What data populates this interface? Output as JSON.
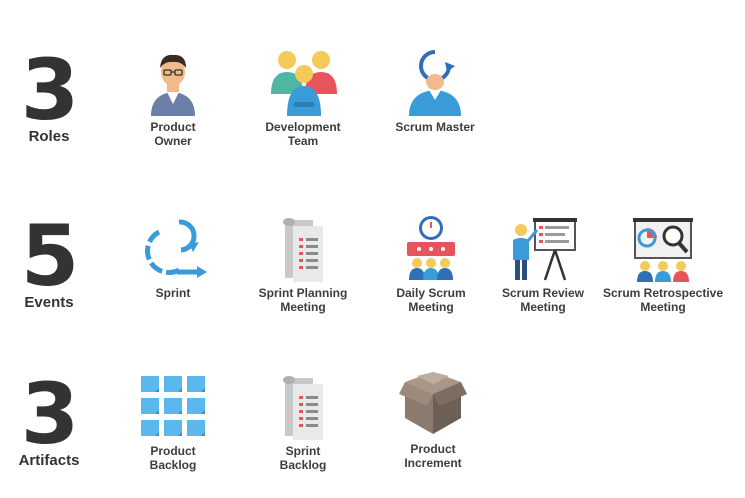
{
  "rows": [
    {
      "count": "3",
      "category": "Roles",
      "items": [
        {
          "label": "Product\nOwner",
          "icon": "product-owner-icon"
        },
        {
          "label": "Development\nTeam",
          "icon": "development-team-icon"
        },
        {
          "label": "Scrum Master",
          "icon": "scrum-master-icon"
        }
      ]
    },
    {
      "count": "5",
      "category": "Events",
      "items": [
        {
          "label": "Sprint",
          "icon": "sprint-cycle-icon"
        },
        {
          "label": "Sprint Planning\nMeeting",
          "icon": "sprint-planning-icon"
        },
        {
          "label": "Daily Scrum\nMeeting",
          "icon": "daily-scrum-icon"
        },
        {
          "label": "Scrum Review\nMeeting",
          "icon": "scrum-review-icon"
        },
        {
          "label": "Scrum Retrospective\nMeeting",
          "icon": "scrum-retrospective-icon"
        }
      ]
    },
    {
      "count": "3",
      "category": "Artifacts",
      "items": [
        {
          "label": "Product\nBacklog",
          "icon": "product-backlog-icon"
        },
        {
          "label": "Sprint\nBacklog",
          "icon": "sprint-backlog-icon"
        },
        {
          "label": "Product\nIncrement",
          "icon": "product-increment-icon"
        }
      ]
    }
  ],
  "colors": {
    "blue": "#3a9bd9",
    "skin": "#f2b98a",
    "red": "#e8545b",
    "yellow": "#f5c95a",
    "teal": "#4fb6a5",
    "gray": "#8a8a8a",
    "brown": "#8b7a6e"
  }
}
